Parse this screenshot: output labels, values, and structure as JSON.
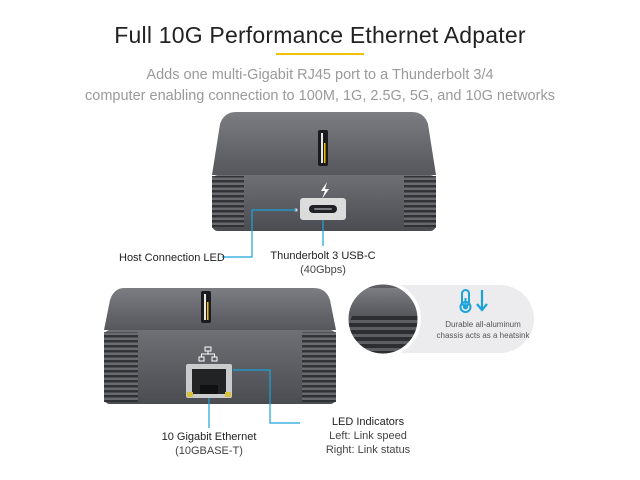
{
  "header": {
    "title": "Full 10G Performance Ethernet Adpater",
    "subtitle_line1": "Adds one multi-Gigabit RJ45 port to a Thunderbolt 3/4",
    "subtitle_line2": "computer enabling connection to 100M, 1G, 2.5G, 5G, and 10G networks"
  },
  "colors": {
    "accent_yellow": "#f2c200",
    "callout_blue": "#1aa3d9",
    "device_gray": "#5b5d62",
    "text_dark": "#222222",
    "text_gray": "#9a9a9a"
  },
  "callouts": {
    "host_led": "Host Connection LED",
    "thunderbolt_title": "Thunderbolt 3 USB-C",
    "thunderbolt_sub": "(40Gbps)",
    "ethernet_title": "10 Gigabit Ethernet",
    "ethernet_sub": "(10GBASE-T)",
    "led_title": "LED Indicators",
    "led_left": "Left: Link speed",
    "led_right": "Right: Link status",
    "heatsink_line1": "Durable all-aluminum",
    "heatsink_line2": "chassis acts as a heatsink"
  },
  "icons": {
    "thunderbolt": "thunderbolt-icon",
    "network": "network-icon",
    "thermometer": "thermometer-icon",
    "down_arrow": "down-arrow-icon"
  }
}
